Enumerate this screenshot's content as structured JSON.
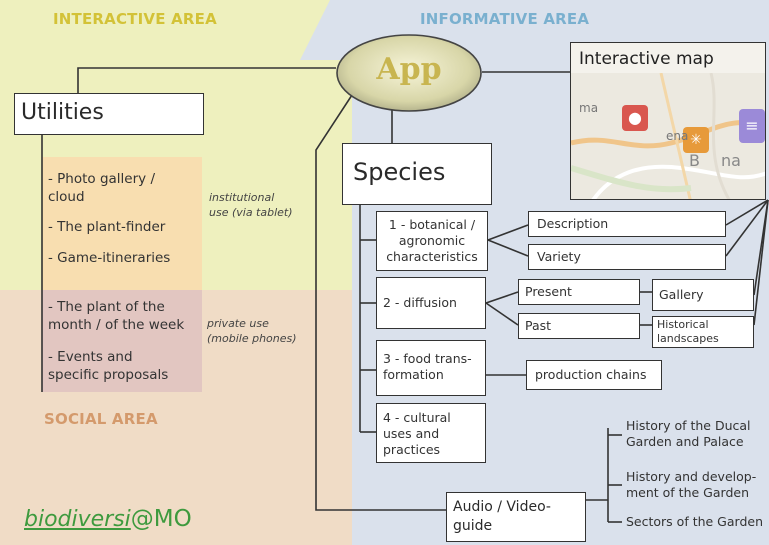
{
  "areas": {
    "interactive": "INTERACTIVE AREA",
    "informative": "INFORMATIVE AREA",
    "social": "SOCIAL AREA"
  },
  "app_label": "App",
  "utilities": {
    "title": "Utilities",
    "group1": [
      "- Photo gallery /",
      "cloud",
      "- The plant-finder",
      "- Game-itineraries"
    ],
    "group1_note": [
      "institutional",
      "use (via tablet)"
    ],
    "group2": [
      "- The plant of the",
      "month / of the week",
      "- Events and",
      "specific proposals"
    ],
    "group2_note": [
      "private use",
      "(mobile phones)"
    ]
  },
  "map": {
    "title": "Interactive map",
    "fragments": [
      "ma",
      "ena",
      "B",
      "na"
    ]
  },
  "species": {
    "title": "Species",
    "nodes": {
      "n1": [
        "1 - botanical /",
        "agronomic",
        "characteristics"
      ],
      "n2": "2 - diffusion",
      "n3": [
        "3 - food trans-",
        "formation"
      ],
      "n4": [
        "4 -  cultural",
        "uses and",
        "practices"
      ]
    },
    "leaves": {
      "description": "Description",
      "variety": "Variety",
      "present": "Present",
      "past": "Past",
      "gallery": "Gallery",
      "historical": [
        "Historical",
        "landscapes"
      ],
      "production": "production chains"
    }
  },
  "audio": {
    "title": [
      "Audio / Video-",
      "guide"
    ],
    "items": [
      [
        "History of the Ducal",
        "Garden and Palace"
      ],
      [
        "History and develop-",
        "ment of the Garden"
      ],
      [
        "Sectors of the Garden"
      ]
    ]
  },
  "logo": {
    "text": "biodiversi",
    "suffix": "@MO"
  },
  "colors": {
    "interactive_bg": "#eef0be",
    "informative_bg": "#dae1ec",
    "social_bg": "#f0dcc6",
    "orange_panel": "#f8deb0",
    "pink_panel": "#e2c6c1",
    "interactive_title": "#d3c237",
    "informative_title": "#7ab0cf",
    "social_title": "#d49a6c",
    "logo_green": "#3e9a3e"
  }
}
